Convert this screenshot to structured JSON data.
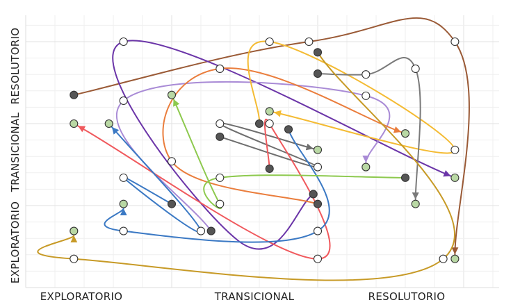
{
  "chart_data": {
    "type": "scatter",
    "subtype": "trajectory-network",
    "title": "",
    "xlabel": "",
    "ylabel": "",
    "x_categories": [
      "EXPLORATORIO",
      "TRANSICIONAL",
      "RESOLUTORIO"
    ],
    "y_categories": [
      "EXPLORATORIO",
      "TRANSICIONAL",
      "RESOLUTORIO"
    ],
    "xlim": [
      0,
      3.24
    ],
    "ylim": [
      0,
      3.2
    ],
    "grid": true,
    "grid_minor_divisions": 5,
    "legend": "none",
    "node_types": {
      "start": {
        "fill": "#555555",
        "label": "start"
      },
      "intermediate": {
        "fill": "#ffffff",
        "label": "intermediate"
      },
      "end": {
        "fill": "#b9d8a4",
        "label": "end"
      }
    },
    "paths": [
      {
        "name": "trajectory-brown",
        "color": "#9a5a36",
        "points": [
          [
            0.33,
            2.35
          ],
          [
            1.94,
            3.0
          ],
          [
            2.94,
            3.0
          ],
          [
            2.94,
            0.35
          ]
        ],
        "types": [
          "start",
          "intermediate",
          "intermediate",
          "end"
        ]
      },
      {
        "name": "trajectory-purple",
        "color": "#6b35a8",
        "points": [
          [
            1.97,
            1.14
          ],
          [
            0.67,
            3.0
          ],
          [
            2.94,
            1.34
          ]
        ],
        "types": [
          "start",
          "intermediate",
          "end"
        ],
        "via": [
          [
            1.45,
            0.58
          ]
        ]
      },
      {
        "name": "trajectory-lavender",
        "color": "#a98bd6",
        "points": [
          [
            1.27,
            0.69
          ],
          [
            0.67,
            2.28
          ],
          [
            2.33,
            2.34
          ],
          [
            2.33,
            1.47
          ]
        ],
        "types": [
          "start",
          "intermediate",
          "intermediate",
          "end"
        ]
      },
      {
        "name": "trajectory-orange",
        "color": "#ea7d3c",
        "points": [
          [
            2.0,
            1.02
          ],
          [
            1.0,
            1.54
          ],
          [
            1.33,
            2.67
          ],
          [
            2.6,
            1.88
          ]
        ],
        "types": [
          "start",
          "intermediate",
          "intermediate",
          "end"
        ]
      },
      {
        "name": "trajectory-yellow",
        "color": "#f4bb33",
        "points": [
          [
            1.6,
            2.0
          ],
          [
            1.67,
            3.0
          ],
          [
            2.94,
            1.68
          ],
          [
            1.67,
            2.15
          ]
        ],
        "types": [
          "start",
          "intermediate",
          "intermediate",
          "end"
        ]
      },
      {
        "name": "trajectory-gray-a",
        "color": "#7a7a7a",
        "points": [
          [
            2.0,
            2.61
          ],
          [
            2.33,
            2.6
          ],
          [
            2.67,
            2.67
          ],
          [
            2.67,
            1.02
          ]
        ],
        "types": [
          "start",
          "intermediate",
          "intermediate",
          "end"
        ]
      },
      {
        "name": "trajectory-gray-b",
        "color": "#6e6e6e",
        "points": [
          [
            1.33,
            1.84
          ],
          [
            2.0,
            1.47
          ],
          [
            1.33,
            2.0
          ],
          [
            2.0,
            1.68
          ]
        ],
        "types": [
          "start",
          "intermediate",
          "intermediate",
          "end"
        ]
      },
      {
        "name": "trajectory-red",
        "color": "#f0595d",
        "points": [
          [
            1.67,
            1.45
          ],
          [
            1.67,
            2.0
          ],
          [
            2.0,
            0.35
          ],
          [
            0.33,
            2.0
          ]
        ],
        "types": [
          "start",
          "intermediate",
          "intermediate",
          "end"
        ]
      },
      {
        "name": "trajectory-blue-a",
        "color": "#3b79c4",
        "points": [
          [
            1.8,
            1.93
          ],
          [
            2.0,
            0.69
          ],
          [
            0.67,
            0.69
          ],
          [
            0.67,
            1.02
          ]
        ],
        "types": [
          "start",
          "intermediate",
          "intermediate",
          "end"
        ]
      },
      {
        "name": "trajectory-blue-b",
        "color": "#3b79c4",
        "points": [
          [
            1.0,
            1.02
          ],
          [
            0.67,
            1.34
          ],
          [
            1.2,
            0.69
          ],
          [
            0.57,
            2.0
          ]
        ],
        "types": [
          "start",
          "intermediate",
          "intermediate",
          "end"
        ]
      },
      {
        "name": "trajectory-green",
        "color": "#8dc94e",
        "points": [
          [
            2.6,
            1.34
          ],
          [
            1.33,
            1.34
          ],
          [
            1.33,
            1.02
          ],
          [
            1.0,
            2.35
          ]
        ],
        "types": [
          "start",
          "intermediate",
          "intermediate",
          "end"
        ]
      },
      {
        "name": "trajectory-gold",
        "color": "#c79a26",
        "points": [
          [
            2.0,
            2.87
          ],
          [
            2.86,
            0.35
          ],
          [
            0.33,
            0.35
          ],
          [
            0.33,
            0.69
          ]
        ],
        "types": [
          "start",
          "intermediate",
          "intermediate",
          "end"
        ]
      }
    ]
  }
}
